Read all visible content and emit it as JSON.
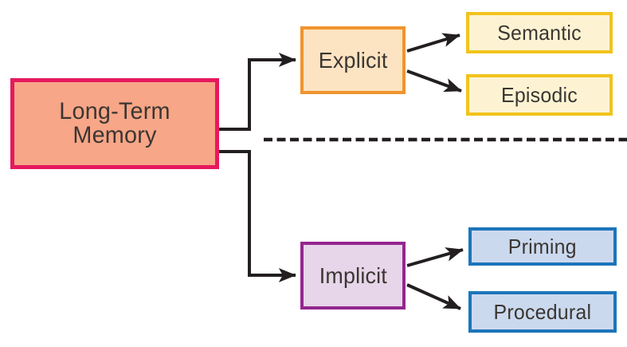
{
  "diagram": {
    "type": "flowchart-taxonomy",
    "nodes": {
      "root": {
        "label": "Long-Term Memory",
        "fill": "#f7a687",
        "border": "#e6195e"
      },
      "explicit": {
        "label": "Explicit",
        "fill": "#fce3c2",
        "border": "#f0942d"
      },
      "semantic": {
        "label": "Semantic",
        "fill": "#fdf3d3",
        "border": "#f2c31c"
      },
      "episodic": {
        "label": "Episodic",
        "fill": "#fdf3d3",
        "border": "#f2c31c"
      },
      "implicit": {
        "label": "Implicit",
        "fill": "#e7d5e9",
        "border": "#93278f"
      },
      "priming": {
        "label": "Priming",
        "fill": "#cbd9ee",
        "border": "#1c75bb"
      },
      "procedural": {
        "label": "Procedural",
        "fill": "#cbd9ee",
        "border": "#1c75bb"
      }
    },
    "edges": [
      {
        "from": "Long-Term Memory",
        "to": "Explicit"
      },
      {
        "from": "Long-Term Memory",
        "to": "Implicit"
      },
      {
        "from": "Explicit",
        "to": "Semantic"
      },
      {
        "from": "Explicit",
        "to": "Episodic"
      },
      {
        "from": "Implicit",
        "to": "Priming"
      },
      {
        "from": "Implicit",
        "to": "Procedural"
      }
    ],
    "divider": {
      "style": "dashed",
      "meaning": "separates explicit and implicit branches"
    },
    "line_color": "#231f20",
    "text_color": "#3b3632",
    "background": "#ffffff"
  }
}
